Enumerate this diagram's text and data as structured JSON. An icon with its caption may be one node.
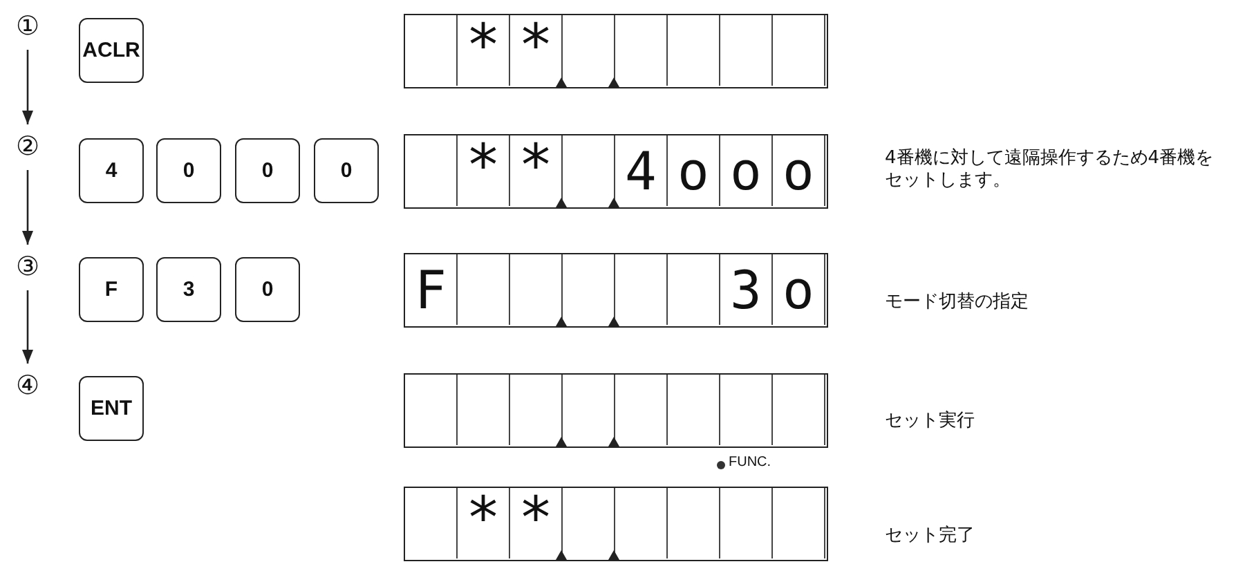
{
  "diagram": {
    "nodes": [
      {
        "text": [
          "①"
        ]
      },
      {
        "text": [
          "ACLR"
        ]
      },
      {
        "text": [],
        "shape": "box"
      },
      {
        "text": [],
        "shape": "box",
        "in": 2
      },
      {
        "text": [
          "*"
        ],
        "in": 2
      },
      {
        "text": [
          "*"
        ],
        "in": 2
      },
      {
        "text": [],
        "shape": "box",
        "in": 2
      },
      {
        "text": [],
        "shape": "box",
        "in": 2
      },
      {
        "text": [],
        "shape": "box",
        "in": 2
      },
      {
        "text": [],
        "shape": "box",
        "in": 2
      },
      {
        "text": [],
        "shape": "box",
        "in": 2
      },
      {
        "text": [
          "②"
        ]
      },
      {
        "text": [
          "4"
        ]
      },
      {
        "text": [
          "0"
        ]
      },
      {
        "text": [
          "0"
        ]
      },
      {
        "text": [
          "0"
        ]
      },
      {
        "text": [],
        "shape": "box",
        "beside": [
          "4番機に対して遠隔操作するため4番機をセットします。"
        ]
      },
      {
        "text": [],
        "shape": "box",
        "in": 16
      },
      {
        "text": [
          "*"
        ],
        "in": 16
      },
      {
        "text": [
          "*"
        ],
        "in": 16
      },
      {
        "text": [],
        "shape": "box",
        "in": 16
      },
      {
        "text": [
          "4"
        ],
        "in": 16
      },
      {
        "text": [
          "o"
        ],
        "in": 16
      },
      {
        "text": [
          "o"
        ],
        "in": 16
      },
      {
        "text": [
          "o"
        ],
        "in": 16
      },
      {
        "text": [
          "③"
        ]
      },
      {
        "text": [
          "F"
        ]
      },
      {
        "text": [
          "3"
        ]
      },
      {
        "text": [
          "0"
        ]
      },
      {
        "text": [],
        "shape": "box",
        "beside": [
          "モード切替の指定"
        ]
      },
      {
        "text": [
          "F"
        ],
        "in": 29
      },
      {
        "text": [],
        "shape": "box",
        "in": 29
      },
      {
        "text": [],
        "shape": "box",
        "in": 29
      },
      {
        "text": [],
        "shape": "box",
        "in": 29
      },
      {
        "text": [],
        "shape": "box",
        "in": 29
      },
      {
        "text": [],
        "shape": "box",
        "in": 29
      },
      {
        "text": [
          "3"
        ],
        "in": 29
      },
      {
        "text": [
          "o"
        ],
        "in": 29
      },
      {
        "text": [
          "④"
        ]
      },
      {
        "text": [
          "ENT"
        ]
      },
      {
        "text": [],
        "shape": "box",
        "beside": [
          "セット実行"
        ]
      },
      {
        "text": [],
        "shape": "box",
        "in": 40
      },
      {
        "text": [],
        "shape": "box",
        "in": 40
      },
      {
        "text": [],
        "shape": "box",
        "in": 40
      },
      {
        "text": [],
        "shape": "box",
        "in": 40
      },
      {
        "text": [],
        "shape": "box",
        "in": 40
      },
      {
        "text": [],
        "shape": "box",
        "in": 40
      },
      {
        "text": [],
        "shape": "box",
        "in": 40
      },
      {
        "text": [],
        "shape": "box",
        "in": 40
      },
      {
        "text": [],
        "shape": "box",
        "beside": [
          "セット完了"
        ]
      },
      {
        "text": [],
        "shape": "box",
        "in": 49
      },
      {
        "text": [
          "*"
        ],
        "in": 49
      },
      {
        "text": [
          "*"
        ],
        "in": 49
      },
      {
        "text": [],
        "shape": "box",
        "in": 49
      },
      {
        "text": [],
        "shape": "box",
        "in": 49
      },
      {
        "text": [],
        "shape": "box",
        "in": 49
      },
      {
        "text": [],
        "shape": "box",
        "in": 49
      },
      {
        "text": [],
        "shape": "box",
        "in": 49
      }
    ],
    "edges": [
      {
        "from": 0,
        "to": 11,
        "arrow": "to"
      },
      {
        "from": 11,
        "to": 25,
        "arrow": "to"
      },
      {
        "from": 25,
        "to": 38,
        "arrow": "to"
      }
    ],
    "labels": [
      "FUNC."
    ]
  }
}
